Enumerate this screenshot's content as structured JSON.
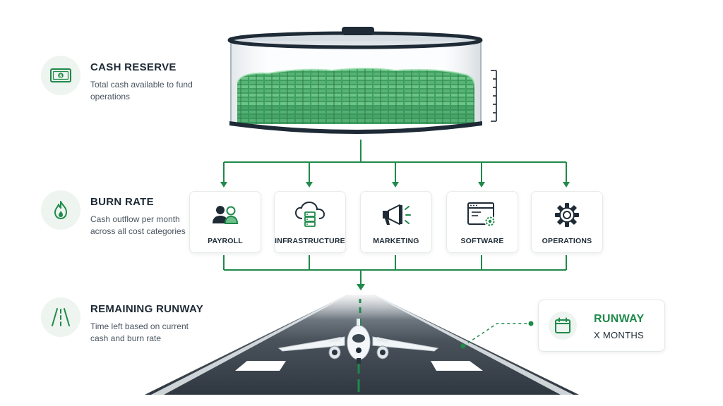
{
  "colors": {
    "accent": "#1f8a4a",
    "dark": "#1e2b36",
    "icon_bg": "#eef4ef"
  },
  "cash_reserve": {
    "icon": "banknote-icon",
    "title": "CASH RESERVE",
    "description": "Total cash available to fund operations"
  },
  "burn_rate": {
    "icon": "flame-icon",
    "title": "BURN RATE",
    "description": "Cash outflow per month across all cost categories"
  },
  "remaining_runway": {
    "icon": "road-icon",
    "title": "REMAINING RUNWAY",
    "description": "Time left based on current cash and burn rate"
  },
  "categories": [
    {
      "label": "PAYROLL",
      "icon": "people-icon"
    },
    {
      "label": "INFRASTRUCTURE",
      "icon": "cloud-server-icon"
    },
    {
      "label": "MARKETING",
      "icon": "megaphone-icon"
    },
    {
      "label": "SOFTWARE",
      "icon": "browser-gear-icon"
    },
    {
      "label": "OPERATIONS",
      "icon": "gear-icon"
    }
  ],
  "runway_card": {
    "icon": "calendar-icon",
    "title": "RUNWAY",
    "value": "X MONTHS"
  }
}
